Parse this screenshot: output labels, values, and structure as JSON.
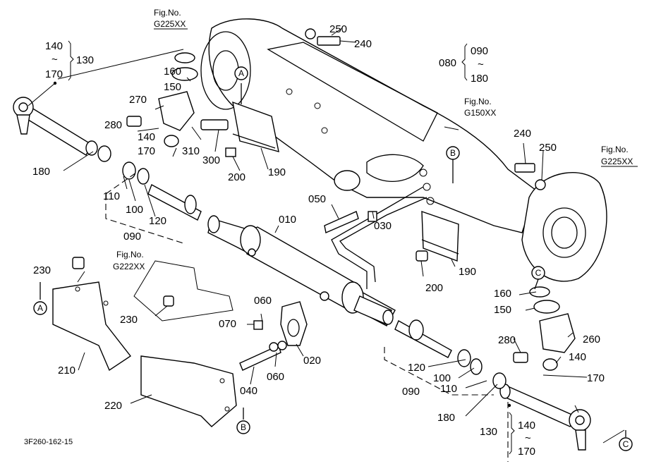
{
  "diagram_code": "3F260-162-15",
  "callouts": {
    "010": "010",
    "020": "020",
    "030": "030",
    "040": "040",
    "050": "050",
    "060a": "060",
    "060b": "060",
    "070": "070",
    "080": "080",
    "090_top": "090",
    "090_left": "090",
    "090_bot": "090",
    "100a": "100",
    "100b": "100",
    "110a": "110",
    "110b": "110",
    "120a": "120",
    "120b": "120",
    "130a": "130",
    "130b": "130",
    "140_topleft": "140",
    "140_mid": "140",
    "140_right": "140",
    "140_bot": "140",
    "150a": "150",
    "150b": "150",
    "160a": "160",
    "160b": "160",
    "170_topleft": "170",
    "170_mid": "170",
    "170_right": "170",
    "170_bot": "170",
    "180_top": "180",
    "180a": "180",
    "180b": "180",
    "190a": "190",
    "190b": "190",
    "200a": "200",
    "200b": "200",
    "210": "210",
    "220": "220",
    "230a": "230",
    "230b": "230",
    "240a": "240",
    "240b": "240",
    "250a": "250",
    "250b": "250",
    "260": "260",
    "270": "270",
    "280a": "280",
    "280b": "280",
    "300": "300",
    "310": "310",
    "tilde": "~"
  },
  "markers": {
    "A": "A",
    "B": "B",
    "C": "C"
  },
  "fig_refs": [
    {
      "title": "Fig.No.",
      "code": "G225XX"
    },
    {
      "title": "Fig.No.",
      "code": "G150XX"
    },
    {
      "title": "Fig.No.",
      "code": "G225XX"
    },
    {
      "title": "Fig.No.",
      "code": "G222XX"
    }
  ]
}
